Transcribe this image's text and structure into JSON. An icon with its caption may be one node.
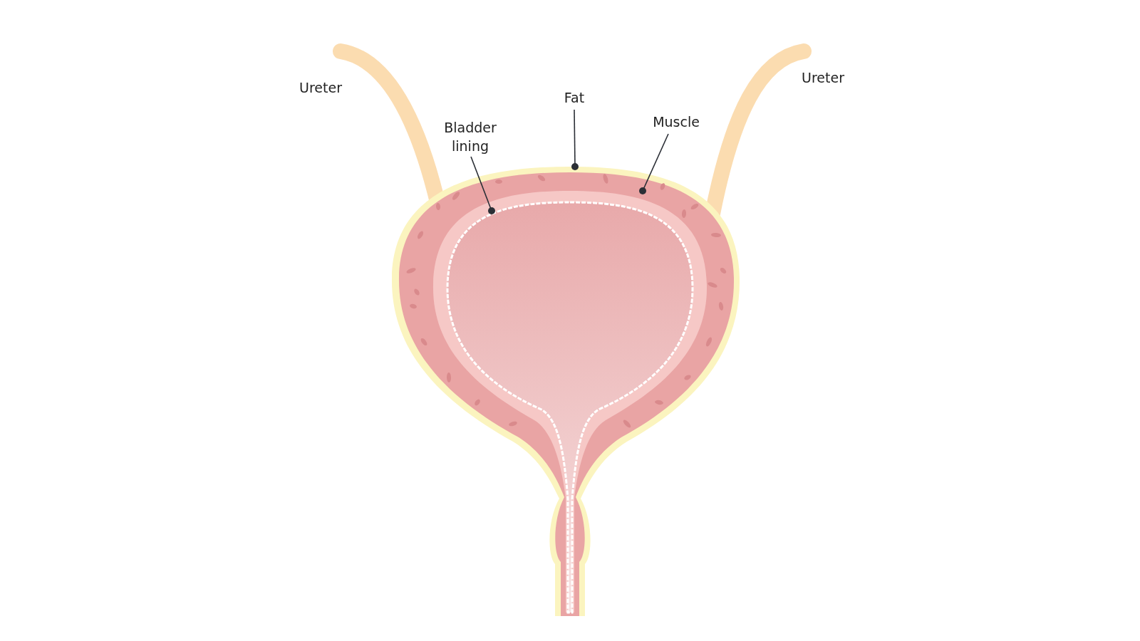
{
  "diagram": {
    "nodes": [
      {
        "text": [],
        "shape": "picture"
      },
      {
        "text": [],
        "shape": "picture",
        "in": 0
      },
      {
        "text": [],
        "shape": "picture",
        "in": 1
      },
      {
        "text": [
          "Bladder lining"
        ]
      },
      {
        "text": [
          "Fat"
        ]
      },
      {
        "text": [
          "Muscle"
        ]
      }
    ],
    "edges": [
      {
        "from": 3,
        "to": 2,
        "arrow": "other"
      },
      {
        "from": 4,
        "to": 0,
        "arrow": "other"
      },
      {
        "from": 5,
        "to": 1,
        "arrow": "other"
      }
    ],
    "labels": [
      "Ureter",
      "Ureter"
    ]
  }
}
